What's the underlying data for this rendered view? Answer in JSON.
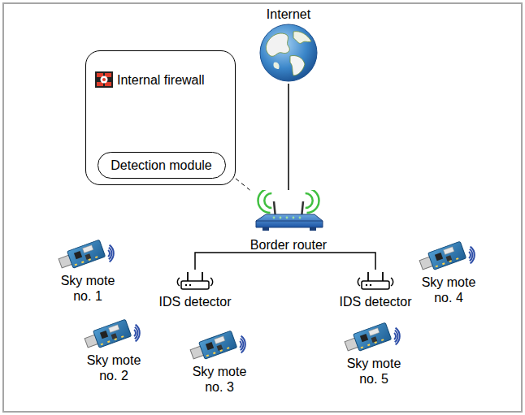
{
  "diagram": {
    "nodes": [
      {
        "text": [
          "Internal firewall"
        ]
      },
      {
        "text": [
          "Detection module"
        ],
        "in": 0
      },
      {
        "text": [
          "Internet"
        ]
      },
      {
        "text": [
          "Border router"
        ]
      },
      {
        "text": [
          "IDS detector"
        ]
      },
      {
        "text": [
          "IDS detector"
        ]
      },
      {
        "text": [
          "Sky mote no. 1"
        ]
      },
      {
        "text": [
          "Sky mote no. 2"
        ]
      },
      {
        "text": [
          "Sky mote no. 3"
        ]
      },
      {
        "text": [
          "Sky mote no. 4"
        ]
      },
      {
        "text": [
          "Sky mote no. 5"
        ]
      }
    ],
    "edges": [
      {
        "from": 2,
        "to": 3,
        "arrow": "none"
      },
      {
        "from": 3,
        "to": 4,
        "arrow": "none"
      },
      {
        "from": 3,
        "to": 5,
        "arrow": "none"
      },
      {
        "from": 0,
        "to": 3,
        "arrow": "none"
      }
    ]
  }
}
